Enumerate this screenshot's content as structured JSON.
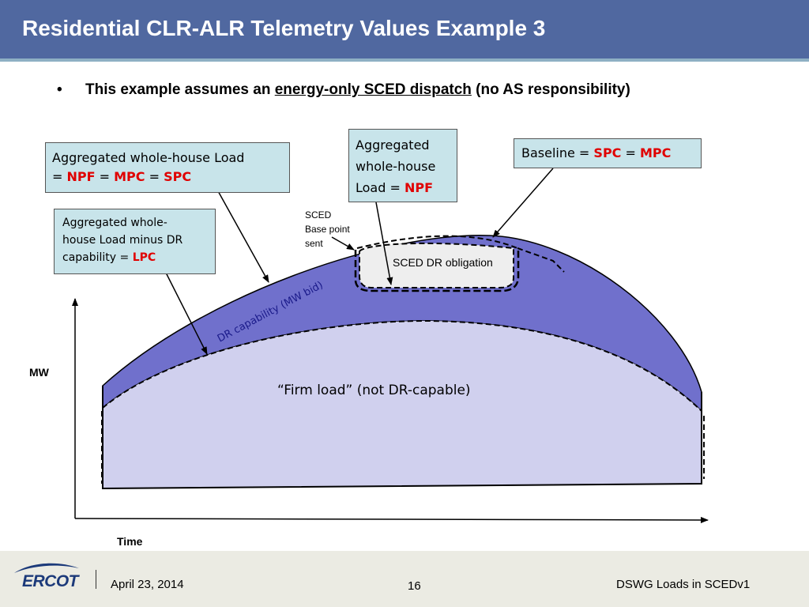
{
  "slide": {
    "title": "Residential CLR-ALR Telemetry Values Example 3",
    "bullet": {
      "symbol": "•",
      "prefix": "This example assumes an ",
      "underlined": "energy-only SCED dispatch",
      "suffix": " (no AS responsibility)"
    }
  },
  "callouts": {
    "load_npf_mpc_spc": {
      "line1": "Aggregated whole-house Load",
      "line2_prefix": "= ",
      "npf": "NPF",
      "eq1": " = ",
      "mpc": "MPC",
      "eq2": " = ",
      "spc": "SPC"
    },
    "load_minus_dr": {
      "line1": "Aggregated whole-",
      "line2": "house Load minus DR",
      "line3_prefix": "capability = ",
      "lpc": "LPC"
    },
    "load_npf": {
      "line1": "Aggregated",
      "line2": "whole-house",
      "line3_prefix": "Load = ",
      "npf": "NPF"
    },
    "baseline": {
      "prefix": "Baseline  = ",
      "spc": "SPC",
      "eq": " = ",
      "mpc": "MPC"
    }
  },
  "diagram": {
    "sced_base_point": [
      "SCED",
      "Base point",
      "sent"
    ],
    "sced_obligation": "SCED DR obligation",
    "dr_capability": "DR capability (MW bid)",
    "firm_load": "“Firm load” (not DR-capable)",
    "y_axis_label": "MW",
    "x_axis_label": "Time",
    "colors": {
      "dr_band": "#7070cc",
      "firm_load": "#d0d0ee",
      "callout": "#c8e4ea",
      "highlight": "#e00000"
    }
  },
  "footer": {
    "logo": "ERCOT",
    "date": "April 23, 2014",
    "page_number": "16",
    "doc_name": "DSWG Loads in SCEDv1"
  }
}
